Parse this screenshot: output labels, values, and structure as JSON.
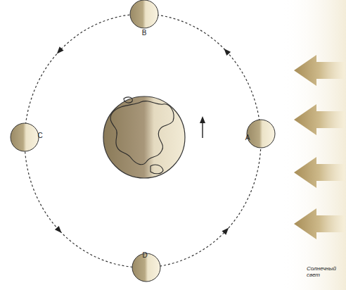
{
  "diagram": {
    "labels": [
      "A",
      "B",
      "C",
      "D",
      "Солнечный свет"
    ]
  }
}
